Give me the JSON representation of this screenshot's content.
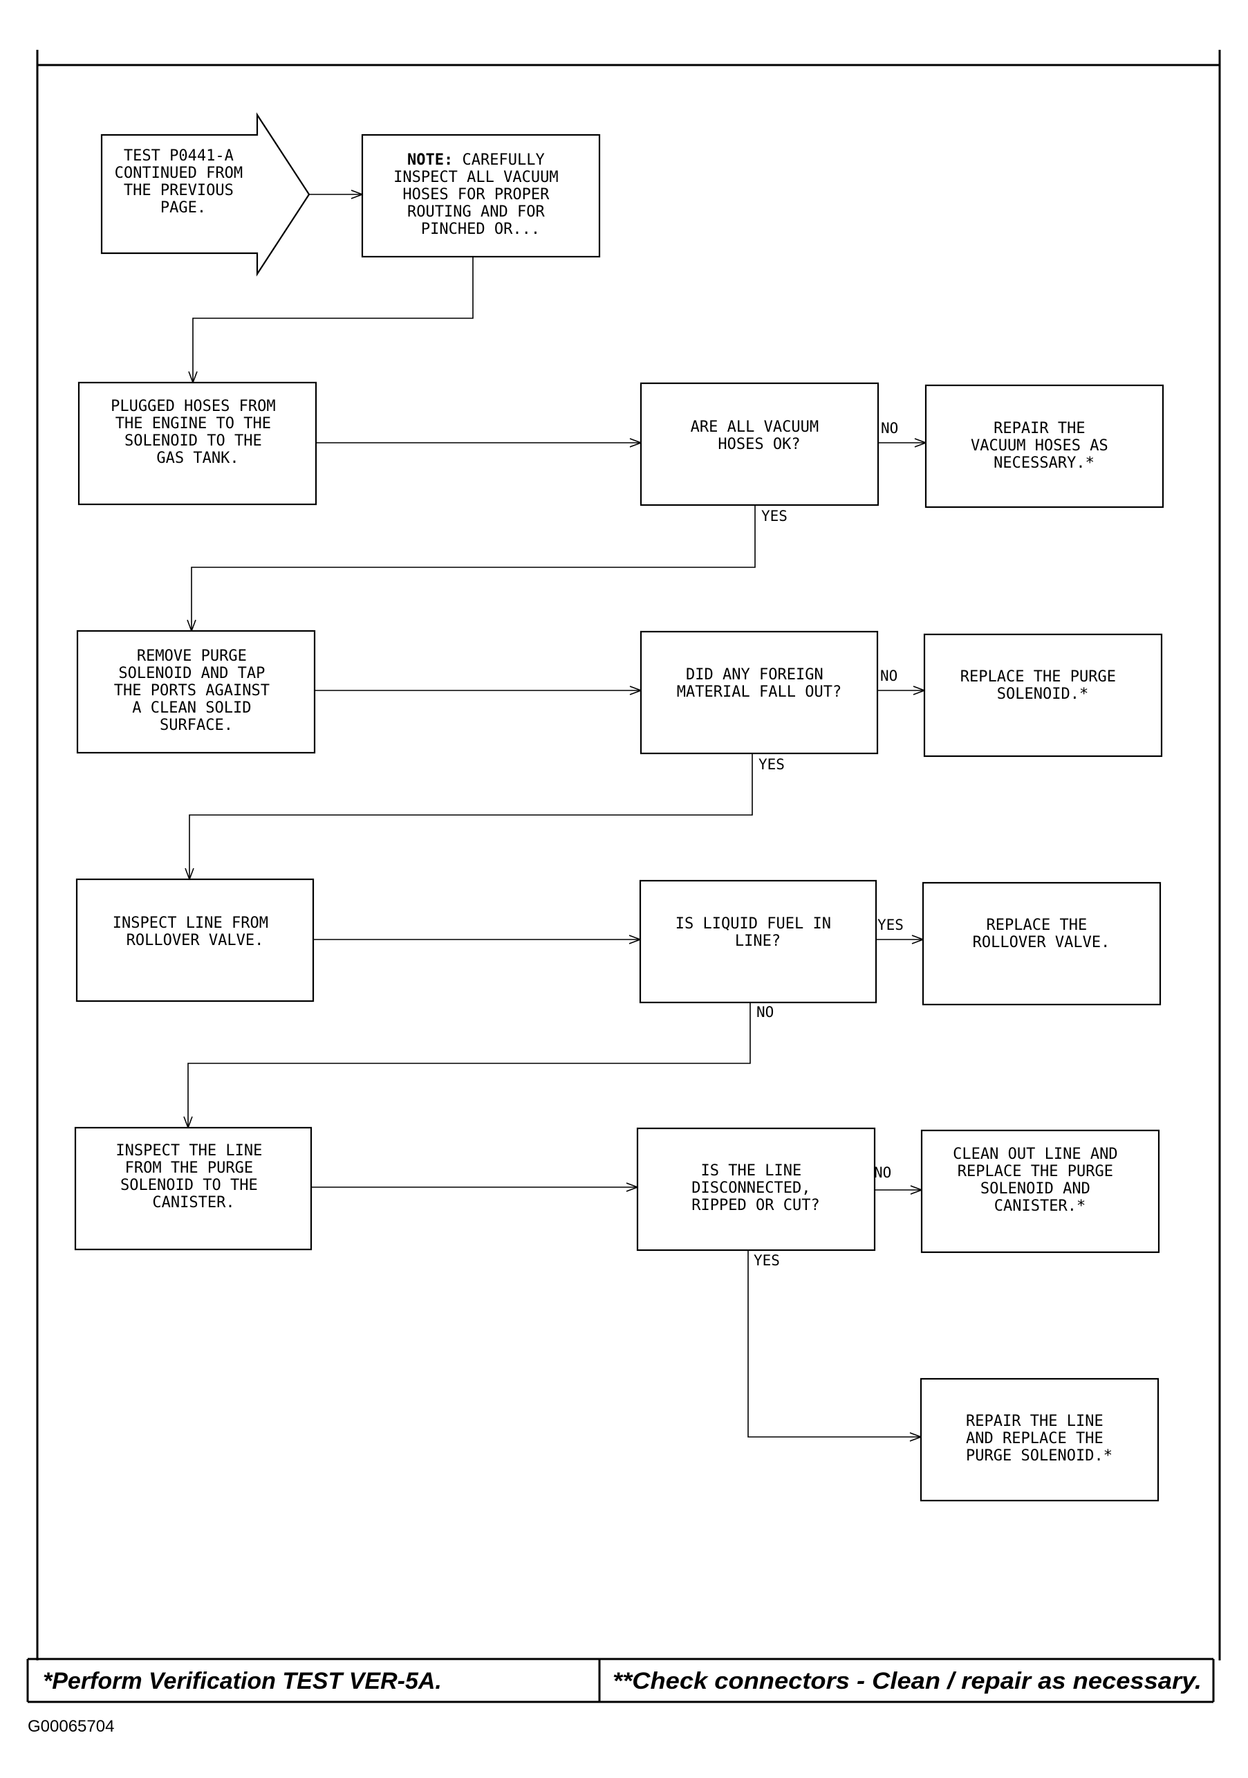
{
  "start": {
    "lines": [
      "TEST P0441-A",
      "CONTINUED FROM",
      "THE PREVIOUS",
      "PAGE."
    ]
  },
  "note": {
    "heading": "NOTE:",
    "lines": [
      "CAREFULLY",
      "INSPECT ALL VACUUM",
      "HOSES FOR PROPER",
      "ROUTING AND FOR",
      "PINCHED OR..."
    ]
  },
  "steps": [
    {
      "action": [
        "PLUGGED HOSES FROM",
        "THE ENGINE TO THE",
        "SOLENOID TO THE",
        "GAS TANK."
      ],
      "question": [
        "ARE ALL VACUUM",
        "HOSES OK?"
      ],
      "side_label": "NO",
      "side_result": [
        "REPAIR THE",
        "VACUUM HOSES AS",
        "NECESSARY.*"
      ],
      "down_label": "YES"
    },
    {
      "action": [
        "REMOVE PURGE",
        "SOLENOID AND TAP",
        "THE PORTS AGAINST",
        "A CLEAN SOLID",
        "SURFACE."
      ],
      "question": [
        "DID ANY FOREIGN",
        "MATERIAL FALL OUT?"
      ],
      "side_label": "NO",
      "side_result": [
        "REPLACE THE PURGE",
        "SOLENOID.*"
      ],
      "down_label": "YES"
    },
    {
      "action": [
        "INSPECT LINE FROM",
        "ROLLOVER VALVE."
      ],
      "question": [
        "IS LIQUID FUEL IN",
        "LINE?"
      ],
      "side_label": "YES",
      "side_result": [
        "REPLACE THE",
        "ROLLOVER VALVE."
      ],
      "down_label": "NO"
    },
    {
      "action": [
        "INSPECT THE LINE",
        "FROM THE PURGE",
        "SOLENOID TO THE",
        "CANISTER."
      ],
      "question": [
        "IS THE LINE",
        "DISCONNECTED,",
        "RIPPED OR CUT?"
      ],
      "side_label": "NO",
      "side_result": [
        "CLEAN OUT LINE AND",
        "REPLACE THE PURGE",
        "SOLENOID AND",
        "CANISTER.*"
      ],
      "down_label": "YES"
    }
  ],
  "final": [
    "REPAIR THE LINE",
    "AND REPLACE THE",
    "PURGE SOLENOID.*"
  ],
  "footer": {
    "left": "*Perform Verification TEST VER-5A.",
    "right": "**Check connectors - Clean / repair as necessary."
  },
  "figure_id": "G00065704"
}
